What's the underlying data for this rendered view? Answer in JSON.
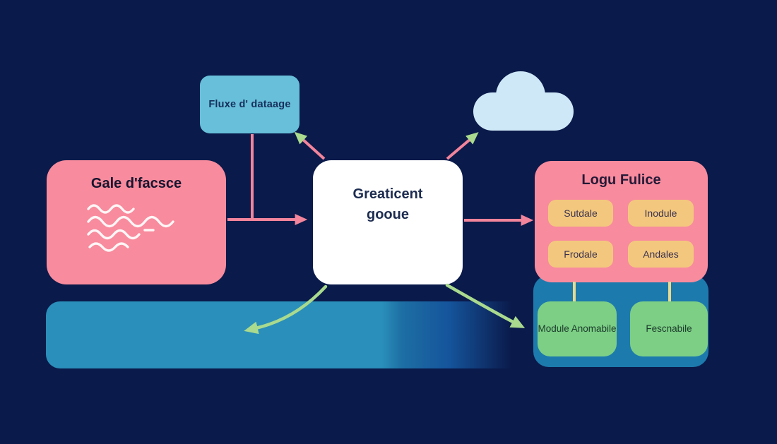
{
  "canvas": {
    "background": "#0a1a4a"
  },
  "nodes": {
    "flux_box": {
      "label": "Fluxe d' dataage",
      "fill": "#67bfd9"
    },
    "cloud": {
      "fill": "#cfe8f8"
    },
    "gale_box": {
      "label": "Gale d'facsce",
      "fill": "#f88b9d"
    },
    "center_box": {
      "label": "Greaticent gooue",
      "fill": "#ffffff"
    },
    "logu_panel": {
      "title": "Logu Fulice",
      "fill": "#f88b9d",
      "button_fill": "#f3c87e",
      "buttons": [
        "Sutdale",
        "Inodule",
        "Frodale",
        "Andales"
      ]
    },
    "module_box": {
      "label": "Module Anomabile",
      "fill": "#7ccf85"
    },
    "fesc_box": {
      "label": "Fescnabile",
      "fill": "#7ccf85"
    }
  },
  "decor": {
    "bottom_bar_fill": "#2a8fba",
    "side_panel_fill": "#1d7aad",
    "arrow_pink": "#f2849b",
    "arrow_green": "#a9da8e",
    "connector_yellow": "#e7d98e",
    "wave_stroke": "#ffffff"
  }
}
